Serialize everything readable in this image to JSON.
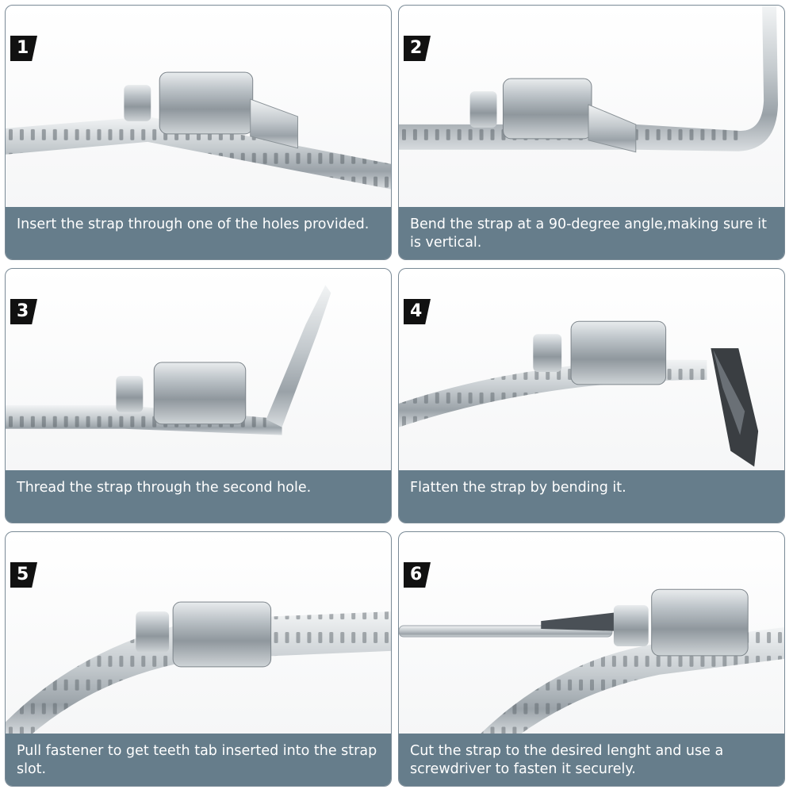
{
  "steps": [
    {
      "number": "1",
      "caption": "Insert the strap through one of the holes provided."
    },
    {
      "number": "2",
      "caption": "Bend the strap at a 90-degree angle,making sure it is vertical."
    },
    {
      "number": "3",
      "caption": "Thread the strap through the second hole."
    },
    {
      "number": "4",
      "caption": "Flatten the strap by bending it."
    },
    {
      "number": "5",
      "caption": "Pull fastener to get teeth tab inserted into the strap slot."
    },
    {
      "number": "6",
      "caption": "Cut the strap to the desired lenght and use a screwdriver to fasten it securely."
    }
  ],
  "colors": {
    "caption_band": "#667d8b",
    "badge": "#111111",
    "metal": "#c9ced2"
  }
}
